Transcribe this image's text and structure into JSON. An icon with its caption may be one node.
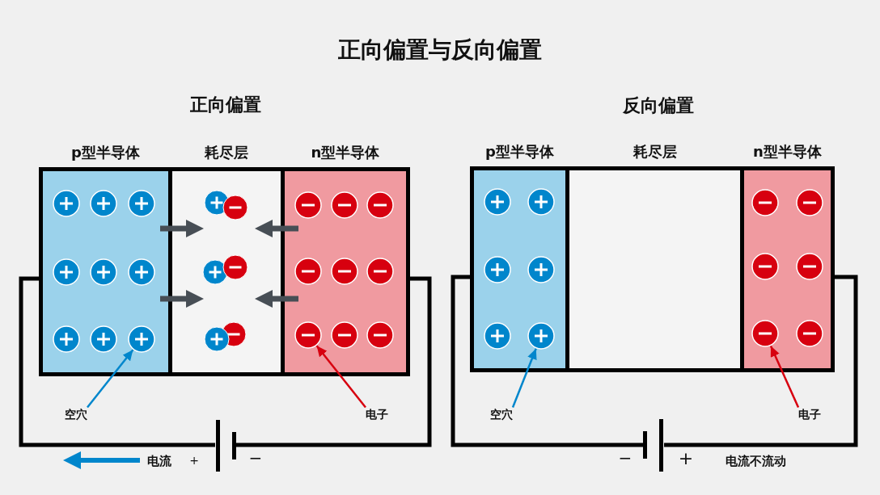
{
  "diagram": {
    "title": "正向偏置与反向偏置",
    "nodes": [
      {
        "text": [
          "p型半导体"
        ]
      },
      {
        "text": [
          "耗尽层"
        ]
      },
      {
        "text": [
          "n型半导体"
        ]
      },
      {
        "text": [],
        "shape": "circle",
        "in": 0
      },
      {
        "text": [],
        "shape": "circle",
        "in": 2
      },
      {
        "text": [
          "空穴"
        ]
      },
      {
        "text": [
          "电子"
        ]
      },
      {
        "text": [],
        "shape": "battery"
      },
      {
        "text": [
          "p型半导体"
        ]
      },
      {
        "text": [
          "耗尽层"
        ]
      },
      {
        "text": [
          "n型半导体"
        ]
      },
      {
        "text": [],
        "shape": "circle",
        "in": 8
      },
      {
        "text": [],
        "shape": "circle",
        "in": 10
      },
      {
        "text": [
          "空穴"
        ]
      },
      {
        "text": [
          "电子"
        ]
      },
      {
        "text": [],
        "shape": "battery"
      }
    ],
    "edges": [
      {
        "from": 5,
        "to": 3,
        "arrow": "to",
        "color": "#0086cc"
      },
      {
        "from": 6,
        "to": 4,
        "arrow": "to",
        "color": "#d7000f"
      },
      {
        "from": 0,
        "to": 7,
        "arrow": "none",
        "style": "thick"
      },
      {
        "from": 7,
        "to": 2,
        "arrow": "none",
        "style": "thick"
      },
      {
        "from": 13,
        "to": 11,
        "arrow": "to",
        "color": "#0086cc"
      },
      {
        "from": 14,
        "to": 12,
        "arrow": "to",
        "color": "#d7000f"
      },
      {
        "from": 8,
        "to": 15,
        "arrow": "none",
        "style": "thick"
      },
      {
        "from": 15,
        "to": 10,
        "arrow": "none",
        "style": "thick"
      }
    ],
    "labels": [
      "正向偏置",
      "反向偏置",
      "电流",
      "+",
      "−",
      "−",
      "+",
      "电流不流动"
    ]
  }
}
